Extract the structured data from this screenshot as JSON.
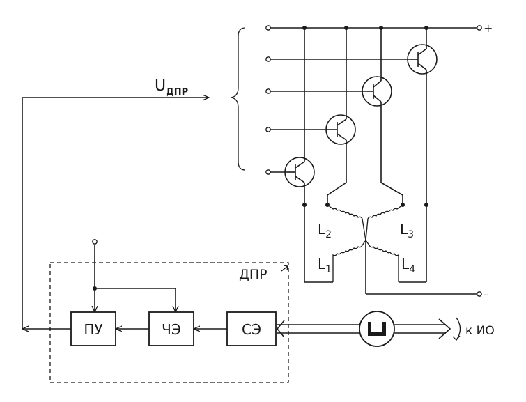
{
  "supply": {
    "plus": "+",
    "minus": "–"
  },
  "signal": {
    "main": "U",
    "sub": "ДПР"
  },
  "windings": [
    {
      "main": "L",
      "sub": "2"
    },
    {
      "main": "L",
      "sub": "3"
    },
    {
      "main": "L",
      "sub": "1"
    },
    {
      "main": "L",
      "sub": "4"
    }
  ],
  "sensor_box": {
    "label": "ДПР"
  },
  "blocks": [
    {
      "id": "pu",
      "label": "ПУ"
    },
    {
      "id": "che",
      "label": "ЧЭ"
    },
    {
      "id": "se",
      "label": "СЭ"
    }
  ],
  "output": {
    "label": "к ИО"
  }
}
